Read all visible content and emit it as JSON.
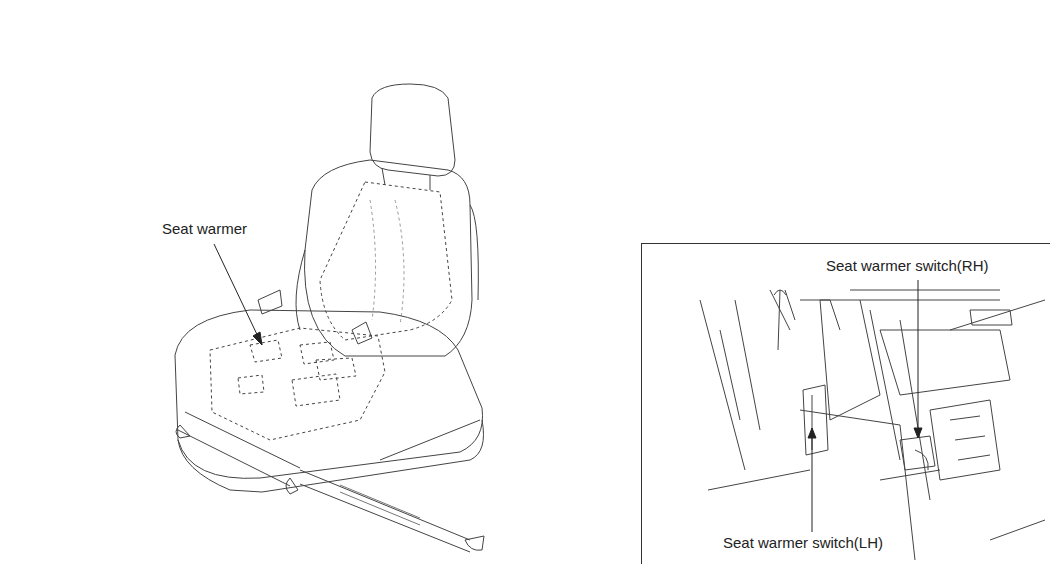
{
  "diagram": {
    "nodes": [
      {
        "text": [
          "Seat warmer switch(RH)",
          "Seat warmer switch(LH)"
        ]
      }
    ],
    "labels": [
      "Seat warmer"
    ]
  }
}
